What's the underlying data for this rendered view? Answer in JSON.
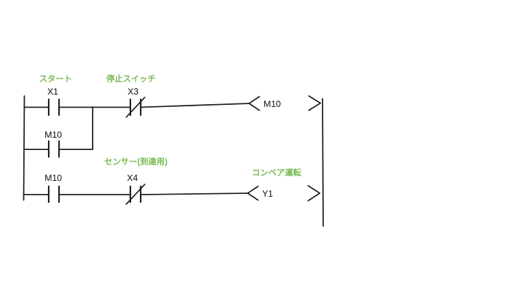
{
  "diagram": {
    "kind": "plc-ladder",
    "colors": {
      "wire": "#1a1a1a",
      "device_label": "#111111",
      "comment_label": "#7bba55",
      "background": "#ffffff"
    },
    "rungs": [
      {
        "elements": [
          {
            "type": "contact_normally_open",
            "device": "X1",
            "comment": "スタート"
          },
          {
            "type": "contact_normally_closed",
            "device": "X3",
            "comment": "停止スイッチ"
          },
          {
            "type": "output_coil",
            "device": "M10"
          }
        ],
        "branch": {
          "type": "contact_normally_open",
          "device": "M10"
        }
      },
      {
        "elements": [
          {
            "type": "contact_normally_open",
            "device": "M10"
          },
          {
            "type": "contact_normally_closed",
            "device": "X4",
            "comment": "センサー(到達用)"
          },
          {
            "type": "output_coil",
            "device": "Y1",
            "comment": "コンベア運転"
          }
        ]
      }
    ]
  }
}
